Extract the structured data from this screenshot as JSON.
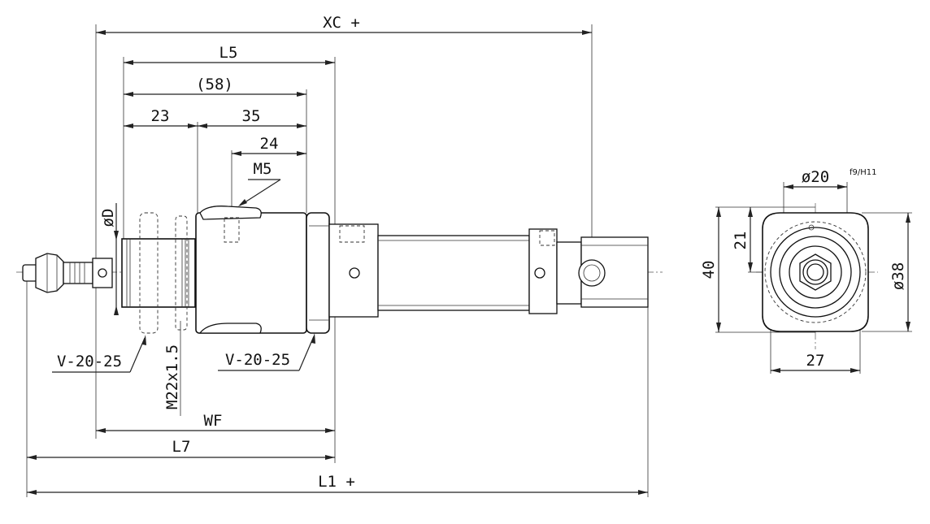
{
  "dimensions": {
    "xc": "XC +",
    "l5": "L5",
    "d58": "(58)",
    "d23": "23",
    "d35": "35",
    "d24": "24",
    "m5": "M5",
    "od": "øD",
    "v_left": "V-20-25",
    "v_right": "V-20-25",
    "m22": "M22x1.5",
    "wf": "WF",
    "l7": "L7",
    "l1": "L1 +",
    "d20": "ø20",
    "tol": "f9/H11",
    "d21": "21",
    "d40": "40",
    "d38": "ø38",
    "d27": "27"
  }
}
